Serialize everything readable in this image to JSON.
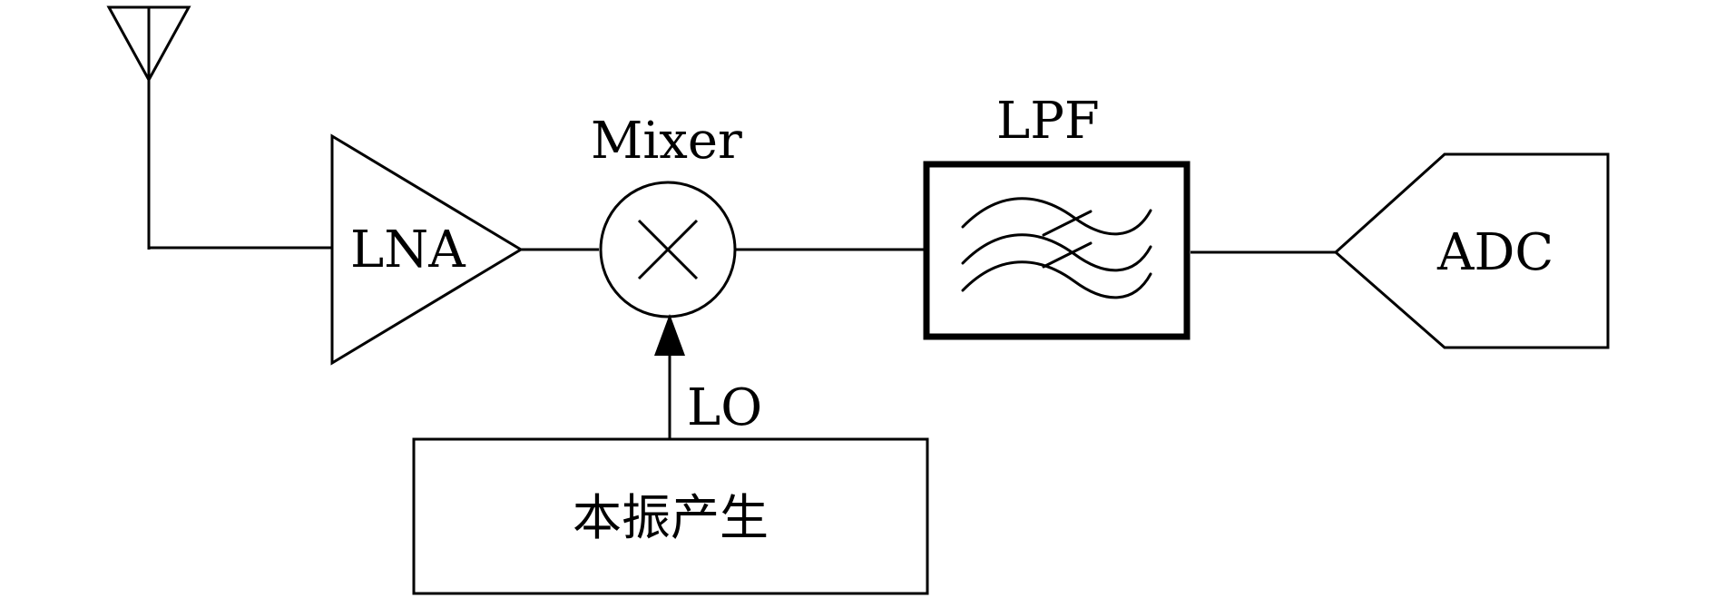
{
  "blocks": {
    "lna": {
      "label": "LNA"
    },
    "mixer": {
      "label": "Mixer"
    },
    "lpf": {
      "label": "LPF"
    },
    "adc": {
      "label": "ADC"
    },
    "lo_generator": {
      "label": "本振产生"
    }
  },
  "signals": {
    "lo": {
      "label": "LO"
    }
  },
  "colors": {
    "stroke": "#000000",
    "background": "#ffffff"
  }
}
